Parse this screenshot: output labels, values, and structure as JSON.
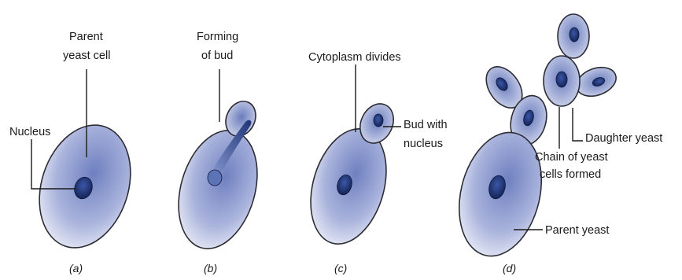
{
  "panel_a": {
    "label_parent": [
      "Parent",
      "yeast cell"
    ],
    "label_nucleus": "Nucleus",
    "caption": "(a)"
  },
  "panel_b": {
    "label_forming": [
      "Forming",
      "of bud"
    ],
    "caption": "(b)"
  },
  "panel_c": {
    "label_cytoplasm": "Cytoplasm divides",
    "label_bud": [
      "Bud with",
      "nucleus"
    ],
    "caption": "(c)"
  },
  "panel_d": {
    "label_daughter": "Daughter yeast",
    "label_chain": [
      "Chain of yeast",
      "cells formed"
    ],
    "label_parent": "Parent yeast",
    "caption": "(d)"
  },
  "colors": {
    "cell_edge": "#ffffff",
    "cell_center": "#7f8fc4",
    "nucleus": "#1c2f6e",
    "outline": "#2c2c34",
    "text": "#1a1a1a"
  }
}
